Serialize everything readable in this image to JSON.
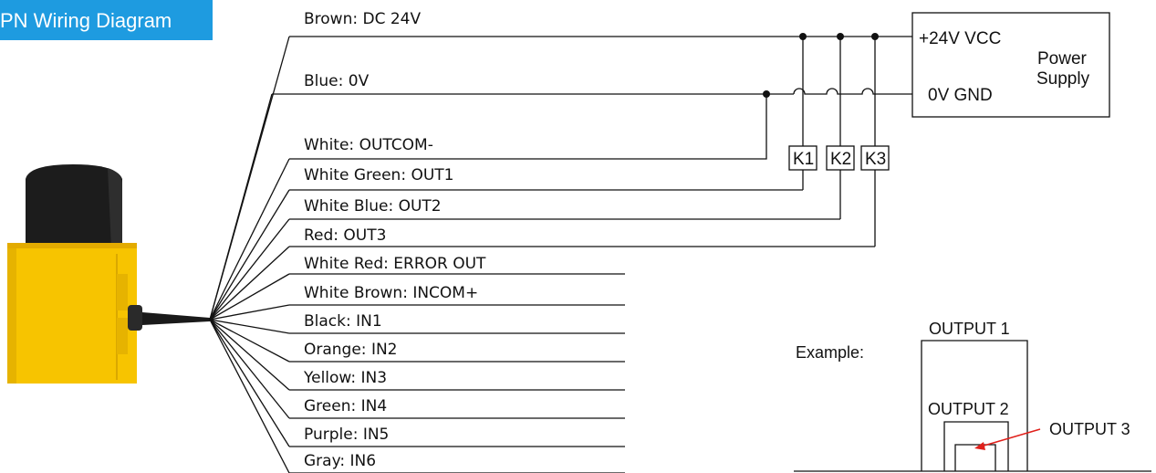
{
  "title": "PN Wiring Diagram",
  "wires": [
    {
      "label": "Brown: DC 24V"
    },
    {
      "label": "Blue: 0V"
    },
    {
      "label": "White: OUTCOM-"
    },
    {
      "label": "White Green: OUT1"
    },
    {
      "label": "White Blue: OUT2"
    },
    {
      "label": "Red: OUT3"
    },
    {
      "label": "White Red: ERROR OUT"
    },
    {
      "label": "White Brown: INCOM+"
    },
    {
      "label": "Black: IN1"
    },
    {
      "label": "Orange: IN2"
    },
    {
      "label": "Yellow: IN3"
    },
    {
      "label": "Green: IN4"
    },
    {
      "label": "Purple: IN5"
    },
    {
      "label": "Gray: IN6"
    }
  ],
  "relays": [
    "K1",
    "K2",
    "K3"
  ],
  "power_supply": {
    "vcc_label": "+24V VCC",
    "gnd_label": "0V GND",
    "name_line1": "Power",
    "name_line2": "Supply"
  },
  "example": {
    "label": "Example:",
    "output1": "OUTPUT 1",
    "output2": "OUTPUT 2",
    "output3": "OUTPUT 3"
  },
  "colors": {
    "title_bg": "#1e9be0",
    "sensor_body": "#f7c400",
    "sensor_dome": "#1c1c1c",
    "arrow": "#e0201b"
  }
}
